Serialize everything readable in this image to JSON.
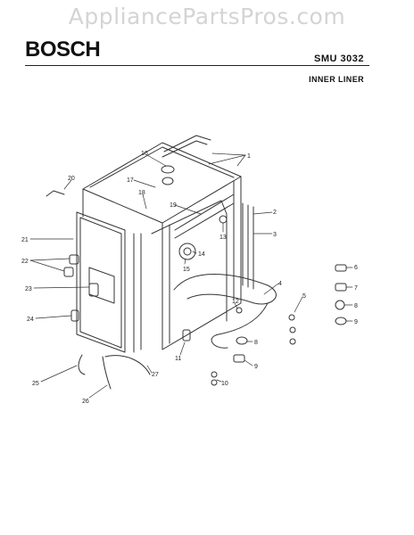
{
  "watermark": "AppliancePartsPros.com",
  "header": {
    "brand": "BOSCH",
    "model": "SMU 3032",
    "section": "INNER LINER"
  },
  "callouts": [
    "1",
    "2",
    "3",
    "4",
    "5",
    "6",
    "7",
    "8",
    "9",
    "10",
    "11",
    "12",
    "13",
    "14",
    "15",
    "16",
    "17",
    "18",
    "19",
    "20",
    "21",
    "22",
    "23",
    "24",
    "25",
    "26",
    "27"
  ]
}
